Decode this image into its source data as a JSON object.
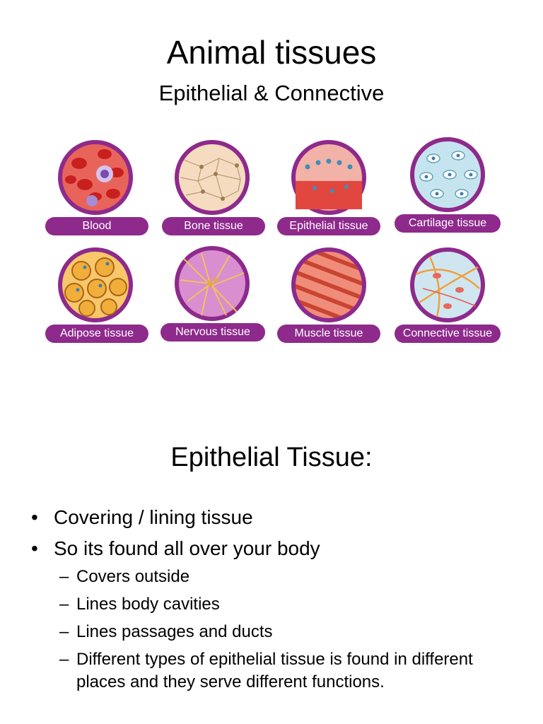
{
  "slide1": {
    "title": "Animal tissues",
    "subtitle": "Epithelial & Connective",
    "tissues": [
      {
        "label": "Blood",
        "icon": "blood-cells-icon"
      },
      {
        "label": "Bone tissue",
        "icon": "bone-tissue-icon"
      },
      {
        "label": "Epithelial tissue",
        "icon": "epithelial-tissue-icon"
      },
      {
        "label": "Cartilage tissue",
        "icon": "cartilage-tissue-icon"
      },
      {
        "label": "Adipose tissue",
        "icon": "adipose-tissue-icon"
      },
      {
        "label": "Nervous tissue",
        "icon": "nervous-tissue-icon"
      },
      {
        "label": "Muscle tissue",
        "icon": "muscle-tissue-icon"
      },
      {
        "label": "Connective tissue",
        "icon": "connective-tissue-icon"
      }
    ],
    "label_color": "#8e2a8c"
  },
  "slide2": {
    "title": "Epithelial Tissue:",
    "bullet_marker": "•",
    "dash_marker": "–",
    "bullets": [
      {
        "text": "Covering / lining tissue"
      },
      {
        "text": "So its found all over your body"
      }
    ],
    "sub_bullets": [
      {
        "text": "Covers outside"
      },
      {
        "text": "Lines body cavities"
      },
      {
        "text": "Lines passages and ducts"
      },
      {
        "text": "Different types of epithelial tissue is found in different places and they serve different functions."
      }
    ]
  }
}
